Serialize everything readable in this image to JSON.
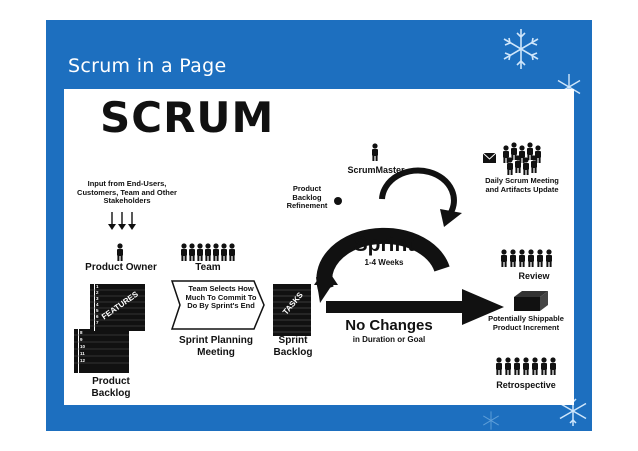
{
  "slide": {
    "title": "Scrum in a Page",
    "background_color": "#1d6fbf"
  },
  "diagram": {
    "heading": "SCRUM",
    "input_label": "Input from End-Users, Customers, Team and Other Stakeholders",
    "product_owner_label": "Product Owner",
    "team_label": "Team",
    "features_label": "FEATURES",
    "backlog_numbers": [
      "1",
      "2",
      "3",
      "4",
      "5",
      "6",
      "7",
      "8",
      "9",
      "10",
      "11",
      "12"
    ],
    "product_backlog_label": "Product Backlog",
    "team_selects_text": "Team Selects How Much To Commit To Do By Sprint's End",
    "sprint_planning_label": "Sprint Planning Meeting",
    "tasks_label": "TASKS",
    "sprint_backlog_label": "Sprint Backlog",
    "scrum_master_label": "ScrumMaster",
    "refinement_label": "Product Backlog Refinement",
    "sprint_label": "Sprint",
    "sprint_duration": "1-4 Weeks",
    "daily_scrum_label": "Daily Scrum Meeting and Artifacts Update",
    "no_changes_label": "No Changes",
    "no_changes_sub": "in Duration or Goal",
    "review_label": "Review",
    "increment_label": "Potentially Shippable Product Increment",
    "retrospective_label": "Retrospective"
  }
}
